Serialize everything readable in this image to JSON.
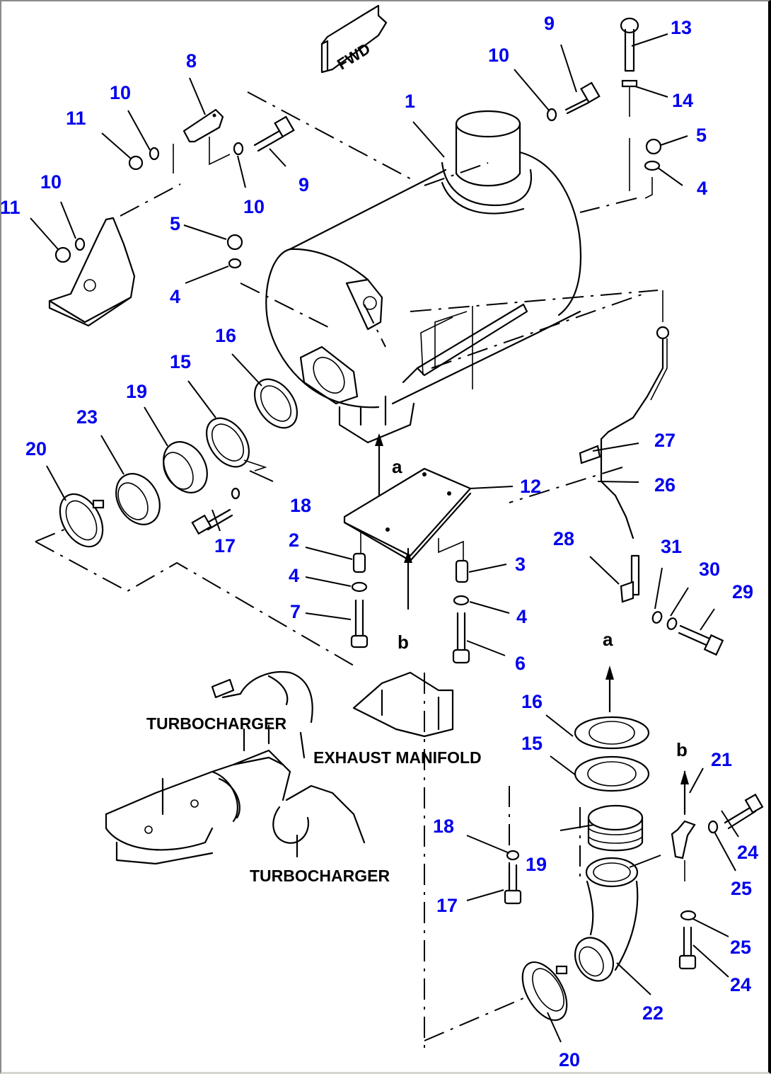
{
  "diagram": {
    "title": "Muffler and exhaust pipe assembly (exploded parts view)",
    "colors": {
      "callout": "#0000ee",
      "line": "#000000",
      "background": "#ffffff"
    },
    "direction_sign": "FWD",
    "connection_markers": [
      {
        "id": "a-top",
        "label": "a"
      },
      {
        "id": "b-top",
        "label": "b"
      },
      {
        "id": "a-bottom",
        "label": "a"
      },
      {
        "id": "b-bottom",
        "label": "b"
      }
    ],
    "part_labels": [
      {
        "id": "turbocharger-upper",
        "text": "TURBOCHARGER"
      },
      {
        "id": "exhaust-manifold",
        "text": "EXHAUST MANIFOLD"
      },
      {
        "id": "turbocharger-lower",
        "text": "TURBOCHARGER"
      }
    ],
    "callouts": [
      {
        "id": "c1",
        "number": "1",
        "part": "muffler"
      },
      {
        "id": "c2",
        "number": "2",
        "part": "spacer"
      },
      {
        "id": "c3",
        "number": "3",
        "part": "spacer"
      },
      {
        "id": "c4a",
        "number": "4",
        "part": "washer"
      },
      {
        "id": "c4b",
        "number": "4",
        "part": "washer"
      },
      {
        "id": "c4c",
        "number": "4",
        "part": "washer"
      },
      {
        "id": "c4d",
        "number": "4",
        "part": "washer"
      },
      {
        "id": "c5a",
        "number": "5",
        "part": "nut"
      },
      {
        "id": "c5b",
        "number": "5",
        "part": "nut"
      },
      {
        "id": "c6",
        "number": "6",
        "part": "bolt"
      },
      {
        "id": "c7",
        "number": "7",
        "part": "bolt"
      },
      {
        "id": "c8",
        "number": "8",
        "part": "bracket"
      },
      {
        "id": "c9a",
        "number": "9",
        "part": "bolt"
      },
      {
        "id": "c9b",
        "number": "9",
        "part": "bolt"
      },
      {
        "id": "c10a",
        "number": "10",
        "part": "washer"
      },
      {
        "id": "c10b",
        "number": "10",
        "part": "washer"
      },
      {
        "id": "c10c",
        "number": "10",
        "part": "washer"
      },
      {
        "id": "c10d",
        "number": "10",
        "part": "washer"
      },
      {
        "id": "c11a",
        "number": "11",
        "part": "nut"
      },
      {
        "id": "c11b",
        "number": "11",
        "part": "nut"
      },
      {
        "id": "c12",
        "number": "12",
        "part": "plate"
      },
      {
        "id": "c13",
        "number": "13",
        "part": "bolt"
      },
      {
        "id": "c14",
        "number": "14",
        "part": "washer"
      },
      {
        "id": "c15a",
        "number": "15",
        "part": "gasket"
      },
      {
        "id": "c15b",
        "number": "15",
        "part": "gasket"
      },
      {
        "id": "c16a",
        "number": "16",
        "part": "gasket"
      },
      {
        "id": "c16b",
        "number": "16",
        "part": "gasket"
      },
      {
        "id": "c17a",
        "number": "17",
        "part": "bolt"
      },
      {
        "id": "c17b",
        "number": "17",
        "part": "bolt"
      },
      {
        "id": "c18a",
        "number": "18",
        "part": "washer"
      },
      {
        "id": "c18b",
        "number": "18",
        "part": "washer"
      },
      {
        "id": "c19a",
        "number": "19",
        "part": "bellows"
      },
      {
        "id": "c19b",
        "number": "19",
        "part": "bellows"
      },
      {
        "id": "c20a",
        "number": "20",
        "part": "clamp"
      },
      {
        "id": "c20b",
        "number": "20",
        "part": "clamp"
      },
      {
        "id": "c21",
        "number": "21",
        "part": "bracket"
      },
      {
        "id": "c22",
        "number": "22",
        "part": "elbow pipe"
      },
      {
        "id": "c23",
        "number": "23",
        "part": "adapter"
      },
      {
        "id": "c24a",
        "number": "24",
        "part": "bolt"
      },
      {
        "id": "c24b",
        "number": "24",
        "part": "bolt"
      },
      {
        "id": "c25a",
        "number": "25",
        "part": "washer"
      },
      {
        "id": "c25b",
        "number": "25",
        "part": "washer"
      },
      {
        "id": "c26",
        "number": "26",
        "part": "tube"
      },
      {
        "id": "c27",
        "number": "27",
        "part": "clip"
      },
      {
        "id": "c28",
        "number": "28",
        "part": "bracket"
      },
      {
        "id": "c29",
        "number": "29",
        "part": "bolt"
      },
      {
        "id": "c30",
        "number": "30",
        "part": "washer"
      },
      {
        "id": "c31",
        "number": "31",
        "part": "washer"
      }
    ]
  }
}
